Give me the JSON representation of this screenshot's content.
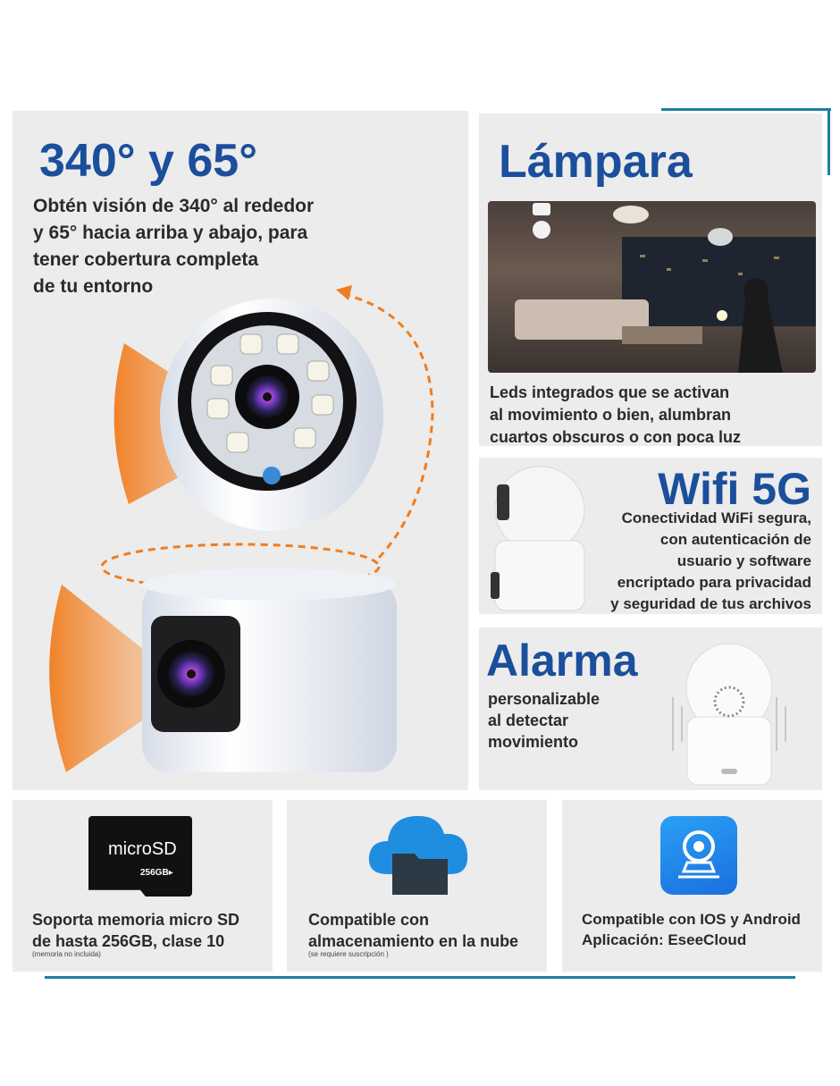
{
  "rotation": {
    "title": "340° y 65°",
    "description_lines": [
      "Obtén visión de 340° al rededor",
      "y 65° hacia arriba y abajo, para",
      "tener cobertura completa",
      "de tu entorno"
    ]
  },
  "lamp": {
    "title": "Lámpara",
    "description_lines": [
      "Leds integrados que se activan",
      "al movimiento o bien, alumbran",
      "cuartos obscuros o con poca luz"
    ]
  },
  "wifi": {
    "title": "Wifi 5G",
    "line1_prefix": "Conectividad WiFi ",
    "line1_bold": "segura",
    "line1_suffix": ",",
    "description_lines": [
      "con autenticación de",
      "usuario y software",
      "encriptado para privacidad",
      "y seguridad de tus archivos"
    ]
  },
  "alarm": {
    "title": "Alarma",
    "description_lines": [
      "personalizable",
      "al detectar",
      "movimiento"
    ]
  },
  "sd": {
    "card_label": "microSD",
    "card_capacity": "256GB",
    "description_lines": [
      "Soporta memoria micro SD",
      "de hasta 256GB, clase 10"
    ],
    "note": "(memoria no incluida)"
  },
  "cloud": {
    "description_lines": [
      "Compatible con",
      "almacenamiento en la nube"
    ],
    "note": "(se requiere suscripción )"
  },
  "app": {
    "description_lines": [
      "Compatible con IOS y Android",
      "Aplicación: EseeCloud"
    ]
  },
  "colors": {
    "heading_blue": "#1b4f9c",
    "accent_teal": "#1f7fa0",
    "panel_gray": "#ececec",
    "orange": "#f07d1f"
  }
}
